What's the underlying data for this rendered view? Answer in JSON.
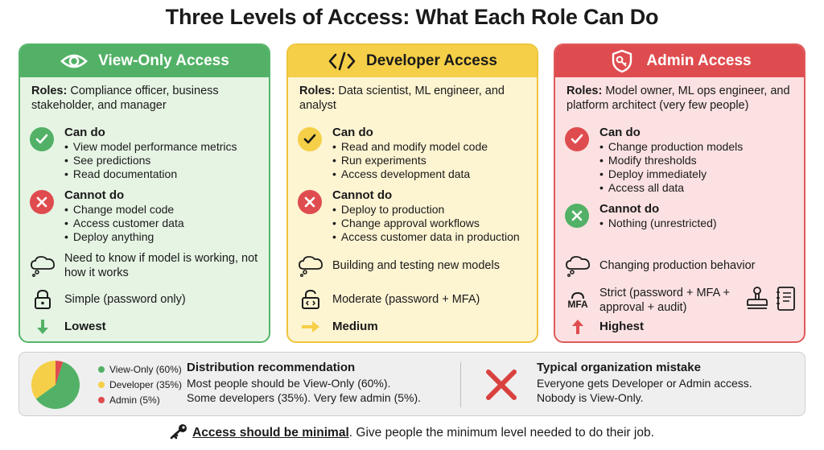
{
  "title": "Three Levels of Access: What Each Role Can Do",
  "colors": {
    "green": "#52b166",
    "yellow": "#f5cf47",
    "red": "#df4c4f"
  },
  "cards": [
    {
      "key": "view",
      "title": "View-Only Access",
      "icon": "eye-icon",
      "roles_label": "Roles:",
      "roles_text": " Compliance officer, business stakeholder, and manager",
      "can_title": "Can do",
      "can_items": [
        "View model performance metrics",
        "See predictions",
        "Read documentation"
      ],
      "cannot_title": "Cannot do",
      "cannot_items": [
        "Change model code",
        "Access customer data",
        "Deploy anything"
      ],
      "purpose": "Need to know if model is working, not how it works",
      "auth": "Simple (password only)",
      "risk": "Lowest"
    },
    {
      "key": "dev",
      "title": "Developer Access",
      "icon": "code-icon",
      "roles_label": "Roles:",
      "roles_text": " Data scientist, ML engineer, and analyst",
      "can_title": "Can do",
      "can_items": [
        "Read and modify model code",
        "Run experiments",
        "Access development data"
      ],
      "cannot_title": "Cannot do",
      "cannot_items": [
        "Deploy to production",
        "Change approval workflows",
        "Access customer data in production"
      ],
      "purpose": "Building and testing new models",
      "auth": "Moderate (password + MFA)",
      "risk": "Medium"
    },
    {
      "key": "admin",
      "title": "Admin Access",
      "icon": "shield-key-icon",
      "roles_label": "Roles:",
      "roles_text": " Model owner, ML ops engineer, and platform architect (very few people)",
      "can_title": "Can do",
      "can_items": [
        "Change production models",
        "Modify thresholds",
        "Deploy immediately",
        "Access all data"
      ],
      "cannot_title": "Cannot do",
      "cannot_items": [
        "Nothing (unrestricted)"
      ],
      "purpose": "Changing production behavior",
      "auth": "Strict (password + MFA + approval + audit)",
      "mfa_label": "MFA",
      "risk": "Highest"
    }
  ],
  "distribution": {
    "legend": [
      {
        "label": "View-Only (60%)",
        "value": 60,
        "color": "#52b166"
      },
      {
        "label": "Developer (35%)",
        "value": 35,
        "color": "#f5cf47"
      },
      {
        "label": "Admin (5%)",
        "value": 5,
        "color": "#df4c4f"
      }
    ],
    "heading": "Distribution recommendation",
    "line1": "Most people should be View-Only (60%).",
    "line2": "Some developers (35%). Very few admin (5%)."
  },
  "mistake": {
    "heading": "Typical organization mistake",
    "line1": "Everyone gets Developer or Admin access.",
    "line2": "Nobody is View-Only."
  },
  "footer": {
    "emphasis": "Access should be minimal",
    "rest": ". Give people the minimum level needed to do their job."
  }
}
